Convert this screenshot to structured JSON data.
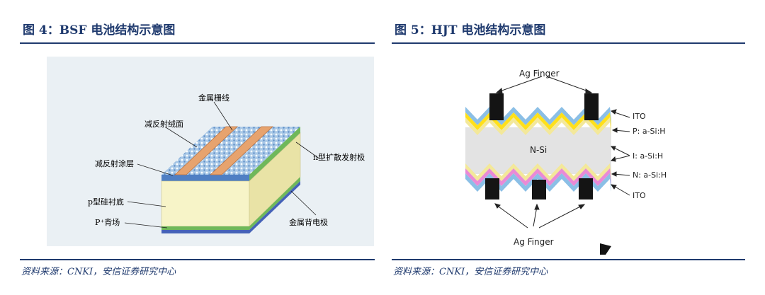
{
  "left": {
    "title": "图 4：BSF 电池结构示意图",
    "source": "资料来源：CNKI，安信证券研究中心",
    "labels": {
      "metal_grid": "金属栅线",
      "texture": "减反射绒面",
      "n_emitter": "n型扩散发射极",
      "ar_coating": "减反射涂层",
      "p_substrate": "p型硅衬底",
      "back_field": "P⁺背场",
      "back_electrode": "金属背电极"
    }
  },
  "right": {
    "title": "图 5：HJT 电池结构示意图",
    "source": "资料来源：CNKI，安信证券研究中心",
    "labels": {
      "ag_top": "Ag Finger",
      "ag_bottom": "Ag Finger",
      "ito_top": "ITO",
      "p_layer": "P: a-Si:H",
      "i_layer": "I: a-Si:H",
      "n_layer": "N: a-Si:H",
      "ito_bottom": "ITO",
      "core": "N-Si"
    }
  },
  "colors": {
    "title": "#1f3a6e",
    "ito": "#8bbfe6",
    "p_layer": "#ffe01a",
    "i_layer": "#f3e89a",
    "n_layer": "#e98ad6",
    "silicon": "#e3e3e3",
    "finger": "#141414",
    "bsf_body": "#f7f4c8",
    "bsf_grid": "#e7a36e"
  }
}
